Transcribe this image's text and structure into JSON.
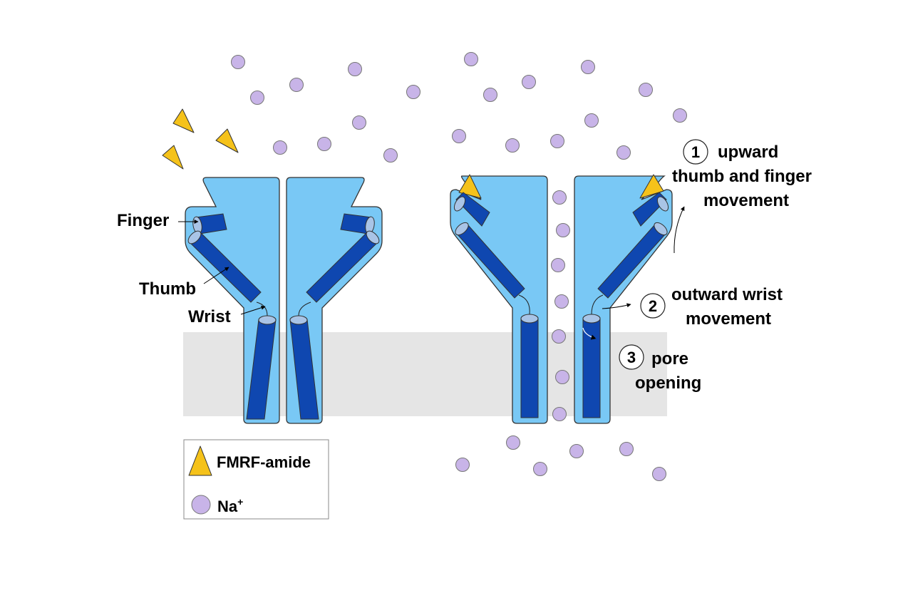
{
  "labels": {
    "finger": "Finger",
    "thumb": "Thumb",
    "wrist": "Wrist"
  },
  "steps": [
    {
      "number": "1",
      "line1": "upward",
      "line2": "thumb and finger",
      "line3": "movement"
    },
    {
      "number": "2",
      "line1": "outward wrist",
      "line2": "movement"
    },
    {
      "number": "3",
      "line1": "pore",
      "line2": "opening"
    }
  ],
  "legend": {
    "ligand": "FMRF-amide",
    "ion_base": "Na",
    "ion_sup": "+"
  },
  "colors": {
    "protein": "#79c8f5",
    "protein_stroke": "#333333",
    "helix": "#0f47b0",
    "helix_cap": "#a9c4e6",
    "ion": "#c8b4e8",
    "ion_stroke": "#777777",
    "ligand": "#f5c21a",
    "membrane": "#e5e5e5"
  }
}
